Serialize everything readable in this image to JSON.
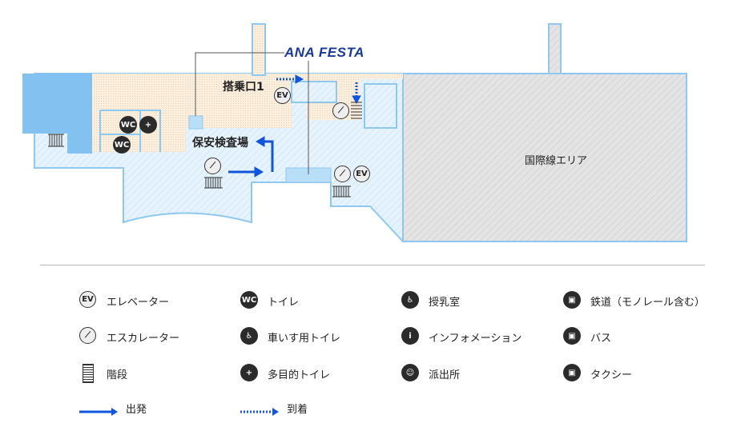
{
  "map": {
    "logo": "ANA FESTA",
    "gate": "搭乗口1",
    "security": "保安検査場",
    "international": "国際線エリア",
    "colors": {
      "corridor": "#e3f2fd",
      "outline": "#8ec8f0",
      "shop": "#fbe9d7",
      "blue_block": "#82c1f0",
      "intl": "#e2e2e2",
      "arrow": "#1155dd"
    }
  },
  "legend": [
    {
      "icon": "elevator-icon",
      "label": "エレベーター",
      "glyph": "EV"
    },
    {
      "icon": "toilet-icon",
      "label": "トイレ",
      "glyph": "WC"
    },
    {
      "icon": "nursing-room-icon",
      "label": "授乳室",
      "glyph": "♿"
    },
    {
      "icon": "train-icon",
      "label": "鉄道（モノレール含む）",
      "glyph": "▣"
    },
    {
      "icon": "escalator-icon",
      "label": "エスカレーター",
      "glyph": "⟋"
    },
    {
      "icon": "wheelchair-toilet-icon",
      "label": "車いす用トイレ",
      "glyph": "♿"
    },
    {
      "icon": "information-icon",
      "label": "インフォメーション",
      "glyph": "i"
    },
    {
      "icon": "bus-icon",
      "label": "バス",
      "glyph": "▣"
    },
    {
      "icon": "stairs-icon",
      "label": "階段",
      "glyph": "≡"
    },
    {
      "icon": "multipurpose-toilet-icon",
      "label": "多目的トイレ",
      "glyph": "+"
    },
    {
      "icon": "police-box-icon",
      "label": "派出所",
      "glyph": "☺"
    },
    {
      "icon": "taxi-icon",
      "label": "タクシー",
      "glyph": "▣"
    },
    {
      "icon": "departure-arrow-icon",
      "label": "出発",
      "glyph": ""
    },
    {
      "icon": "arrival-arrow-icon",
      "label": "到着",
      "glyph": ""
    }
  ]
}
